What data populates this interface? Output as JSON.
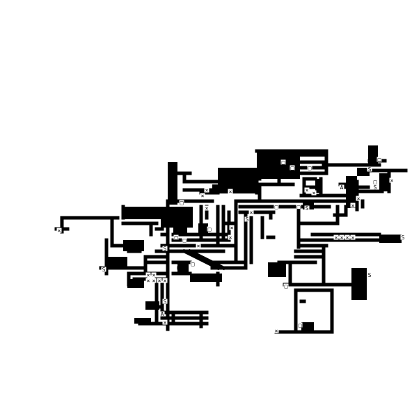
{
  "map": {
    "background": "#ffffff",
    "wall_color": "#000000",
    "markers": [
      {
        "glyph": "S",
        "kind": "stairs"
      },
      {
        "glyph": "×",
        "kind": "trap"
      },
      {
        "glyph": "□",
        "kind": "item"
      },
      {
        "glyph": "A",
        "kind": "altar"
      }
    ]
  }
}
